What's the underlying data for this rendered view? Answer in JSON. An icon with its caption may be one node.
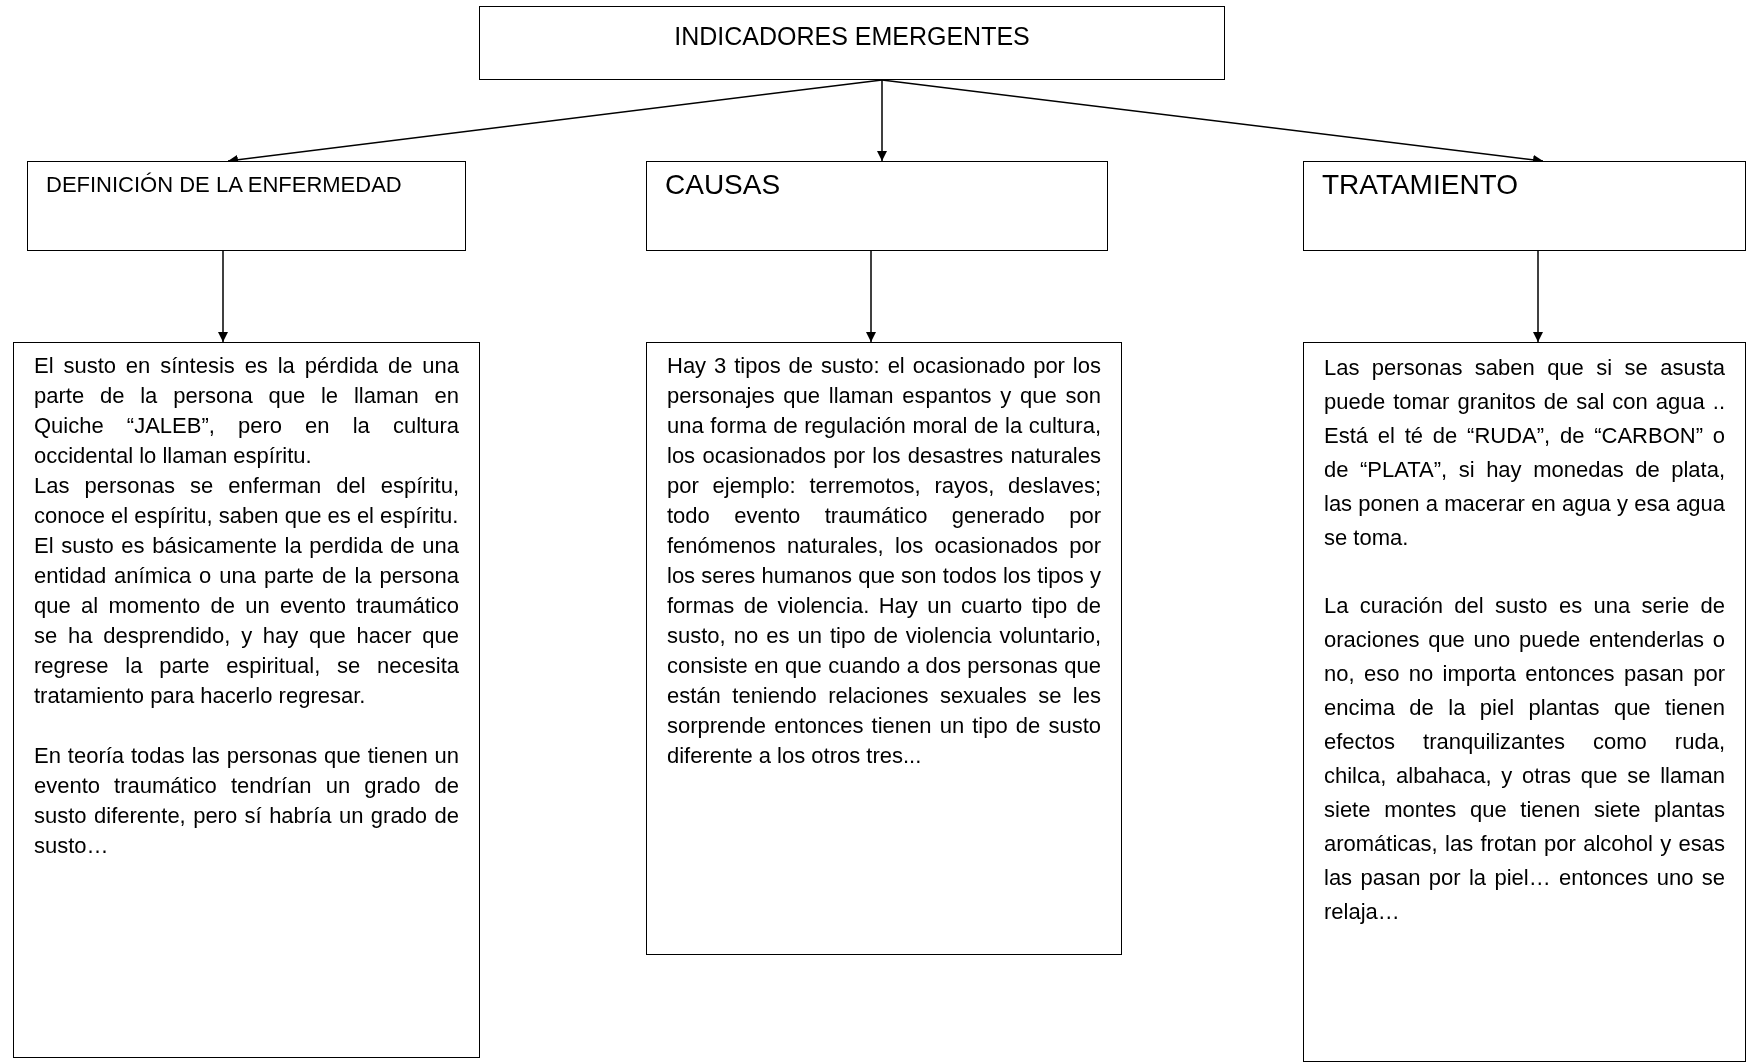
{
  "diagram": {
    "nodes": [
      {
        "text": [
          "INDICADORES EMERGENTES"
        ]
      },
      {
        "text": [
          "DEFINICIÓN DE LA ENFERMEDAD"
        ]
      },
      {
        "text": [
          "CAUSAS"
        ]
      },
      {
        "text": [
          "TRATAMIENTO"
        ]
      },
      {
        "text": [
          "El susto en síntesis es la pérdida de una parte de la persona que le llaman en Quiche “JALEB”, pero en la cultura occidental lo llaman espíritu.",
          "Las personas se enferman del espíritu, conoce el espíritu, saben que es el espíritu.",
          "El susto es básicamente la perdida de una entidad anímica o una parte de la persona que al momento de un evento traumático se ha desprendido, y hay que hacer que regrese la parte espiritual, se necesita tratamiento para hacerlo regresar.",
          "En teoría todas las personas que tienen un evento traumático tendrían un grado de susto diferente, pero sí habría un grado de susto…"
        ]
      },
      {
        "text": [
          "Hay 3 tipos de susto: el ocasionado por los personajes que llaman espantos y que son una forma de regulación moral de la cultura, los ocasionados por los desastres naturales por ejemplo: terremotos, rayos, deslaves; todo evento traumático generado por fenómenos naturales, los ocasionados por los seres humanos que son todos los tipos y formas de violencia. Hay un cuarto tipo de susto, no es un tipo de violencia voluntario, consiste en que cuando a dos personas que están teniendo relaciones sexuales se les sorprende entonces tienen un tipo de susto diferente a los otros tres..."
        ]
      },
      {
        "text": [
          "Las personas saben que si se asusta puede tomar granitos de sal con agua .. Está el té de “RUDA”, de “CARBON” o de “PLATA”, si hay monedas de plata, las ponen a macerar en agua y esa agua se toma.",
          "La curación del susto es una serie de oraciones que uno puede entenderlas o no, eso no importa entonces pasan por encima de la piel plantas que tienen efectos tranquilizantes como ruda, chilca, albahaca, y otras que se llaman siete montes que tienen siete plantas aromáticas, las frotan por alcohol y esas las pasan por la piel… entonces uno se relaja…"
        ]
      }
    ],
    "edges": [
      {
        "from": 0,
        "to": 1,
        "arrow": "to"
      },
      {
        "from": 0,
        "to": 2,
        "arrow": "to"
      },
      {
        "from": 0,
        "to": 3,
        "arrow": "to"
      },
      {
        "from": 1,
        "to": 4,
        "arrow": "to"
      },
      {
        "from": 2,
        "to": 5,
        "arrow": "to"
      },
      {
        "from": 3,
        "to": 6,
        "arrow": "to"
      }
    ]
  }
}
